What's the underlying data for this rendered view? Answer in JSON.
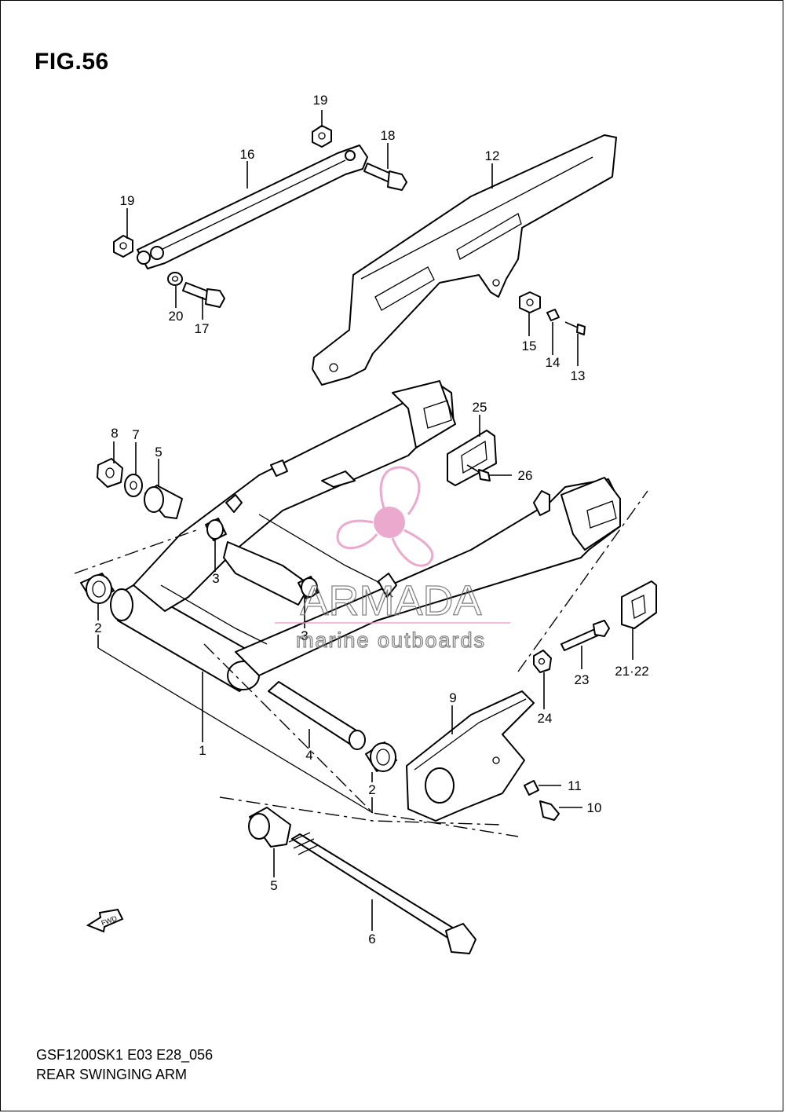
{
  "figure": {
    "title": "FIG.56",
    "model_code": "GSF1200SK1 E03 E28_056",
    "description": "REAR SWINGING ARM"
  },
  "watermark": {
    "brand": "ARMADA",
    "tagline": "marine outboards",
    "logo_color": "#e8a0c8"
  },
  "fwd_label": "FWD",
  "callouts": {
    "c1": "1",
    "c2a": "2",
    "c2b": "2",
    "c3a": "3",
    "c3b": "3",
    "c4": "4",
    "c5a": "5",
    "c5b": "5",
    "c6": "6",
    "c7": "7",
    "c8": "8",
    "c9": "9",
    "c10": "10",
    "c11": "11",
    "c12": "12",
    "c13": "13",
    "c14": "14",
    "c15": "15",
    "c16": "16",
    "c17": "17",
    "c18": "18",
    "c19a": "19",
    "c19b": "19",
    "c20": "20",
    "c2122": "21·22",
    "c23": "23",
    "c24": "24",
    "c25": "25",
    "c26": "26"
  }
}
